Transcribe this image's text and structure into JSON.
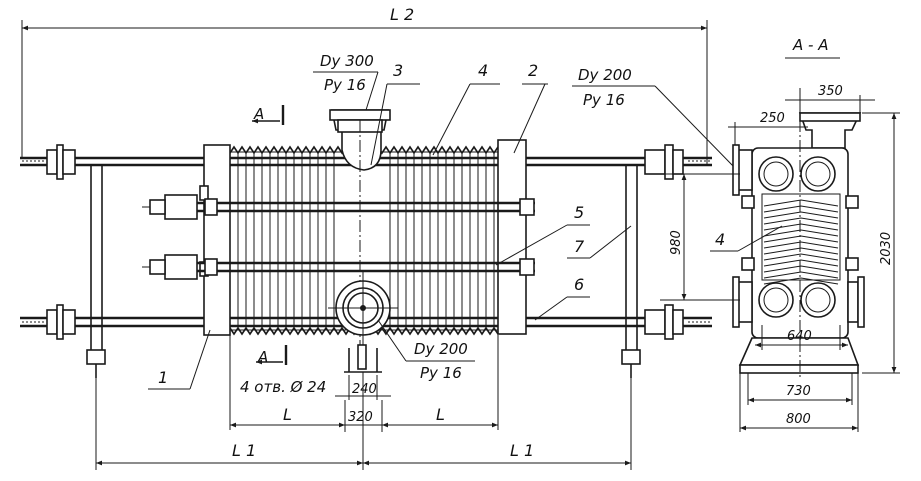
{
  "callouts": {
    "c1": "1",
    "c2": "2",
    "c3": "3",
    "c4": "4",
    "c5": "5",
    "c6": "6",
    "c7": "7",
    "section_callout": "4"
  },
  "labels": {
    "top_nozzle_dn": "Dy 300",
    "top_nozzle_pn": "Py 16",
    "right_nozzle_dn": "Dy 200",
    "right_nozzle_pn": "Py 16",
    "bottom_nozzle_dn": "Dy 200",
    "bottom_nozzle_pn": "Py 16",
    "holes": "4 отв. Ø 24",
    "section_title": "А - А",
    "section_mark_top": "А",
    "section_mark_bottom": "А"
  },
  "dimensions": {
    "L2": "L 2",
    "L1_left": "L 1",
    "L1_right": "L 1",
    "L_left": "L",
    "L_right": "L",
    "d320": "320",
    "d240": "240",
    "d980": "980",
    "d2030": "2030",
    "d350": "350",
    "d250": "250",
    "d640": "640",
    "d730": "730",
    "d800": "800"
  }
}
